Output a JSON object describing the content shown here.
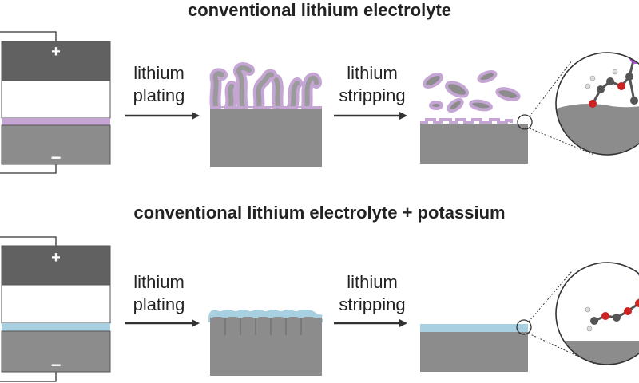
{
  "diagram": {
    "panels": [
      {
        "title": "conventional lithium electrolyte",
        "electrode_positive": "+",
        "electrode_negative": "−",
        "step1": {
          "line1": "lithium",
          "line2": "plating"
        },
        "step2": {
          "line1": "lithium",
          "line2": "stripping"
        },
        "interphase_color": "#c5a5d4",
        "deposit_type": "dendritic"
      },
      {
        "title": "conventional lithium electrolyte + potassium",
        "electrode_positive": "+",
        "electrode_negative": "−",
        "step1": {
          "line1": "lithium",
          "line2": "plating"
        },
        "step2": {
          "line1": "lithium",
          "line2": "stripping"
        },
        "interphase_color": "#a8d0e0",
        "deposit_type": "uniform"
      }
    ],
    "colors": {
      "cathode": "#616161",
      "anode": "#8c8c8c",
      "lithium": "#999999",
      "arrow": "#333333",
      "potassium": "#1a1a8c",
      "lithium_atom": "#a64dcc",
      "oxygen": "#cc2222",
      "carbon": "#555555",
      "hydrogen": "#dddddd"
    }
  }
}
